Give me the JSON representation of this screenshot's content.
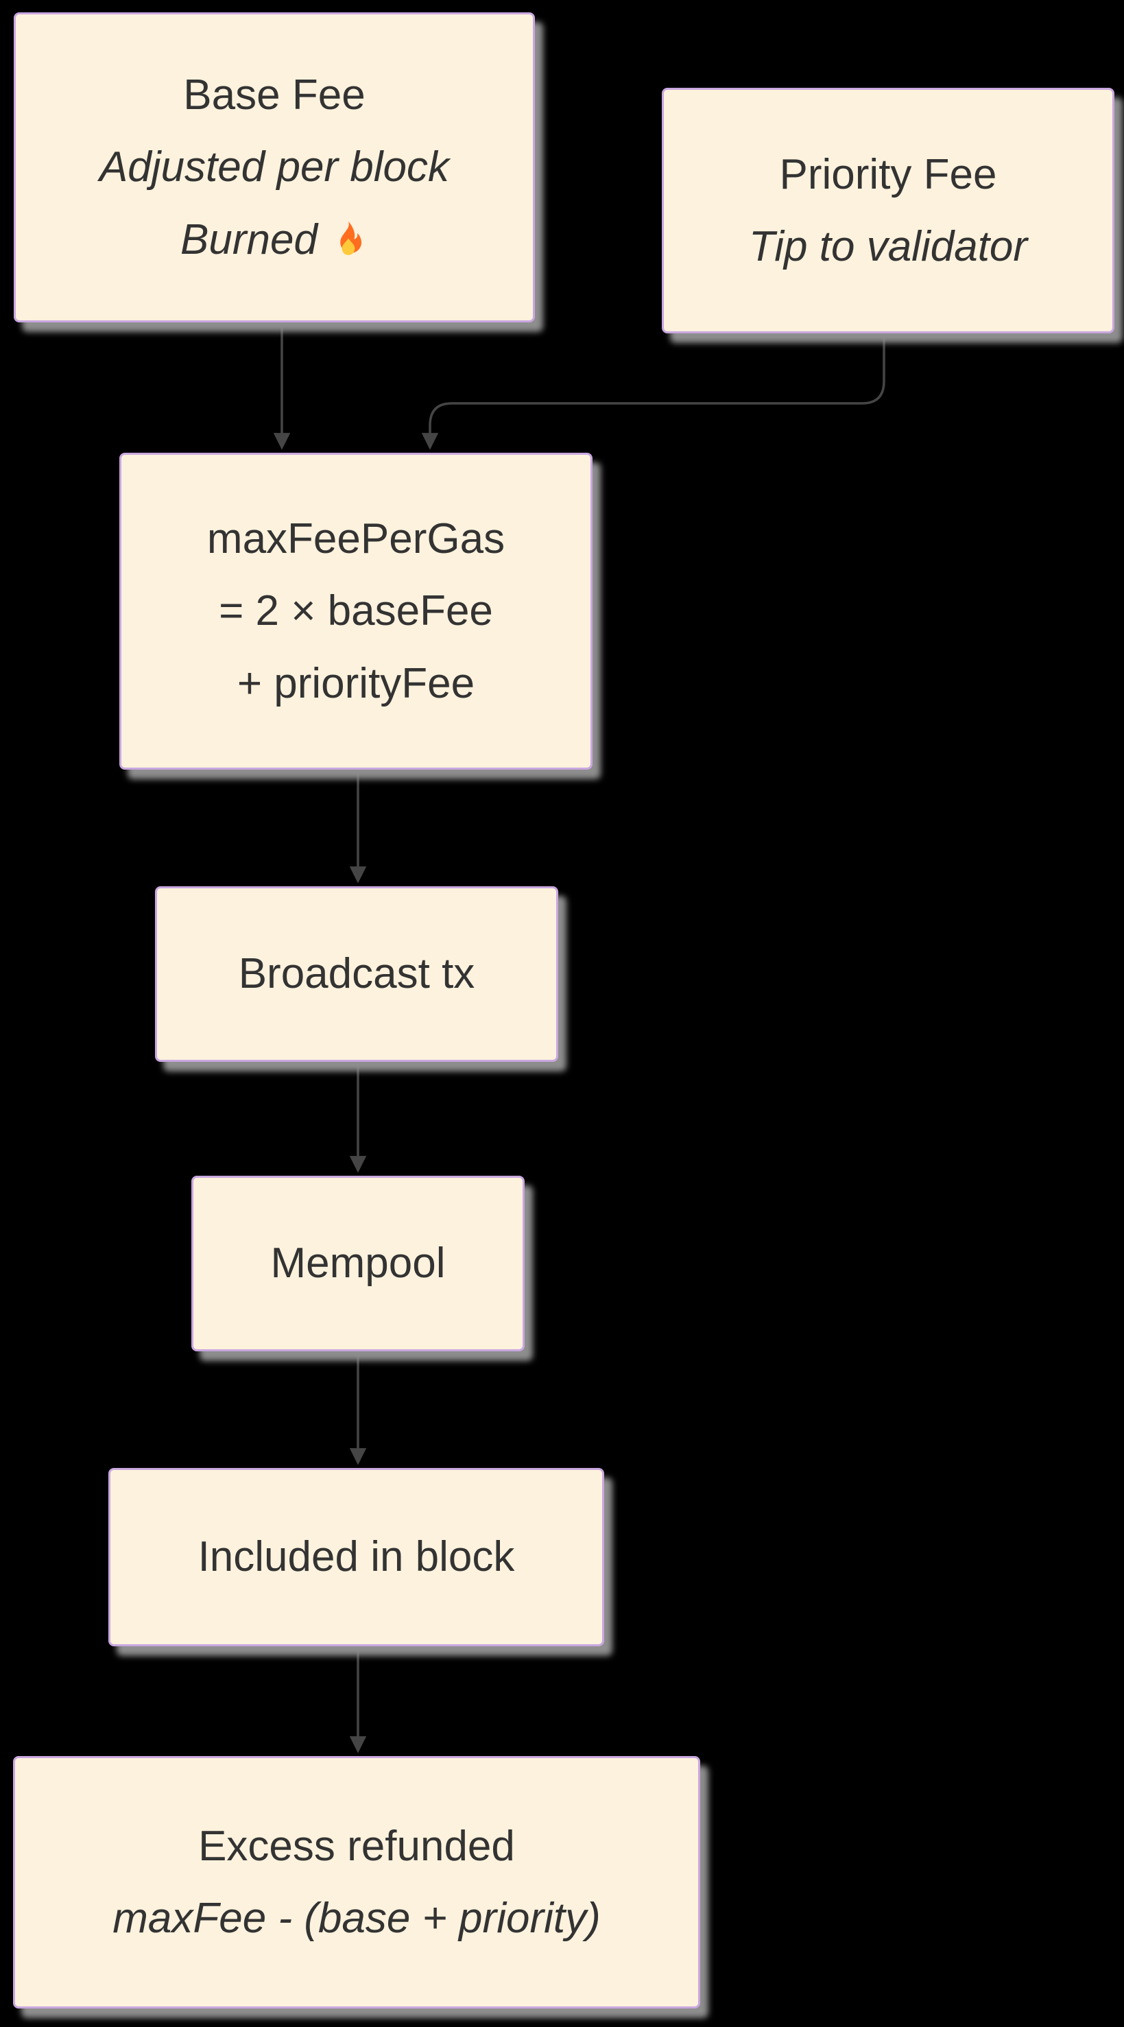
{
  "diagram": {
    "type": "flowchart",
    "direction": "top-down",
    "colors": {
      "background": "#000000",
      "node_fill": "#fdf2dd",
      "node_border": "#c9a7e0",
      "node_shadow": "#8e8e8e",
      "text": "#333333",
      "edge": "#454545",
      "flame_outer": "#ff6d1f",
      "flame_inner": "#ffc93c"
    },
    "nodes": [
      {
        "id": "base-fee",
        "lines": [
          {
            "text": "Base Fee",
            "italic": false
          },
          {
            "text": "Adjusted per block",
            "italic": true
          },
          {
            "text": "Burned",
            "italic": true,
            "icon": "fire-icon"
          }
        ]
      },
      {
        "id": "priority-fee",
        "lines": [
          {
            "text": "Priority Fee",
            "italic": false
          },
          {
            "text": "Tip to validator",
            "italic": true
          }
        ]
      },
      {
        "id": "max-fee-per-gas",
        "lines": [
          {
            "text": "maxFeePerGas",
            "italic": false
          },
          {
            "text": "= 2 × baseFee",
            "italic": false
          },
          {
            "text": "+ priorityFee",
            "italic": false
          }
        ]
      },
      {
        "id": "broadcast-tx",
        "lines": [
          {
            "text": "Broadcast tx",
            "italic": false
          }
        ]
      },
      {
        "id": "mempool",
        "lines": [
          {
            "text": "Mempool",
            "italic": false
          }
        ]
      },
      {
        "id": "included-in-block",
        "lines": [
          {
            "text": "Included in block",
            "italic": false
          }
        ]
      },
      {
        "id": "excess-refunded",
        "lines": [
          {
            "text": "Excess refunded",
            "italic": false
          },
          {
            "text": "maxFee - (base + priority)",
            "italic": true
          }
        ]
      }
    ],
    "edges": [
      {
        "from": "base-fee",
        "to": "max-fee-per-gas"
      },
      {
        "from": "priority-fee",
        "to": "max-fee-per-gas"
      },
      {
        "from": "max-fee-per-gas",
        "to": "broadcast-tx"
      },
      {
        "from": "broadcast-tx",
        "to": "mempool"
      },
      {
        "from": "mempool",
        "to": "included-in-block"
      },
      {
        "from": "included-in-block",
        "to": "excess-refunded"
      }
    ]
  }
}
